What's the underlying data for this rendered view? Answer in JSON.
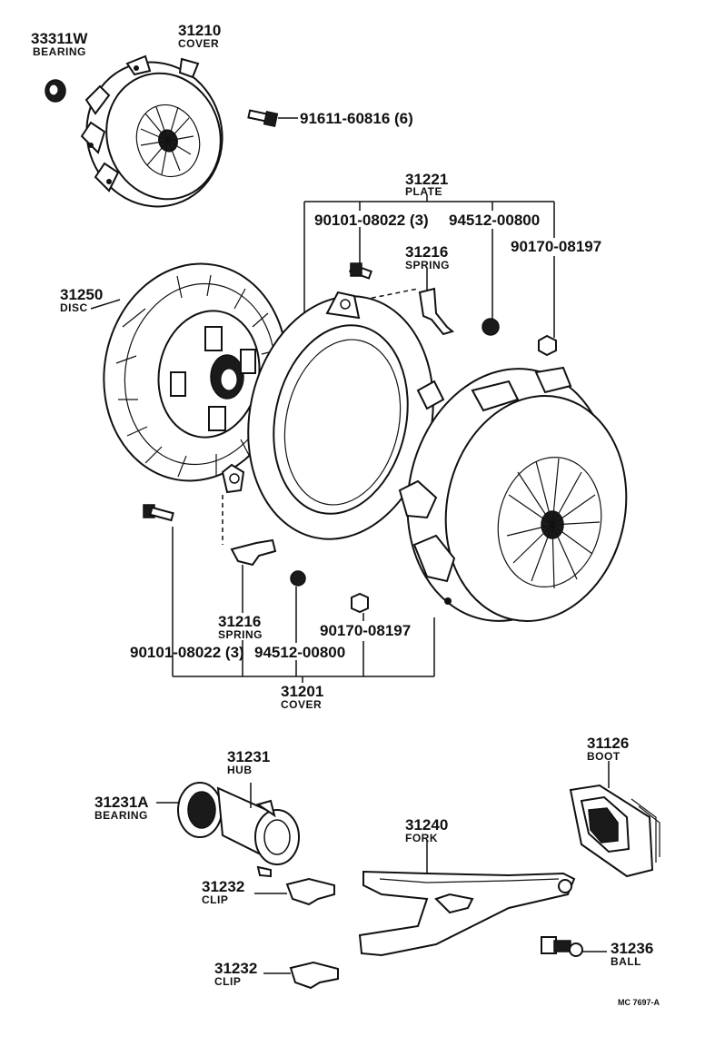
{
  "diagram": {
    "code": "MC 7697-A",
    "callouts": {
      "bearing_33311w": {
        "number": "33311W",
        "name": "BEARING"
      },
      "cover_31210": {
        "number": "31210",
        "name": "COVER"
      },
      "bolt_91611": {
        "number": "91611-60816 (6)"
      },
      "plate_31221": {
        "number": "31221",
        "name": "PLATE"
      },
      "bolt_90101_top": {
        "number": "90101-08022 (3)"
      },
      "nut_94512_top": {
        "number": "94512-00800"
      },
      "spring_31216_top": {
        "number": "31216",
        "name": "SPRING"
      },
      "nut_90170_top": {
        "number": "90170-08197"
      },
      "disc_31250": {
        "number": "31250",
        "name": "DISC"
      },
      "spring_31216_bottom": {
        "number": "31216",
        "name": "SPRING"
      },
      "nut_90170_bottom": {
        "number": "90170-08197"
      },
      "bolt_90101_bottom": {
        "number": "90101-08022 (3)"
      },
      "nut_94512_bottom": {
        "number": "94512-00800"
      },
      "cover_31201": {
        "number": "31201",
        "name": "COVER"
      },
      "hub_31231": {
        "number": "31231",
        "name": "HUB"
      },
      "bearing_31231a": {
        "number": "31231A",
        "name": "BEARING"
      },
      "boot_31126": {
        "number": "31126",
        "name": "BOOT"
      },
      "fork_31240": {
        "number": "31240",
        "name": "FORK"
      },
      "clip_31232_top": {
        "number": "31232",
        "name": "CLIP"
      },
      "clip_31232_bottom": {
        "number": "31232",
        "name": "CLIP"
      },
      "ball_31236": {
        "number": "31236",
        "name": "BALL"
      }
    }
  }
}
